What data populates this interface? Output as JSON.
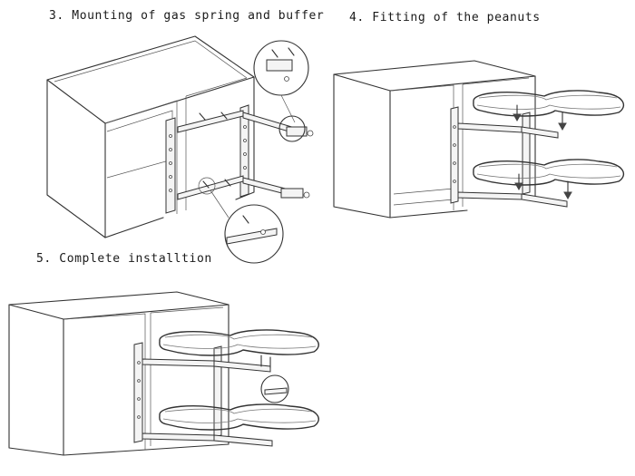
{
  "steps": [
    {
      "label": "3. Mounting of gas spring and buffer"
    },
    {
      "label": "4. Fitting of the peanuts"
    },
    {
      "label": "5. Complete installtion"
    }
  ]
}
